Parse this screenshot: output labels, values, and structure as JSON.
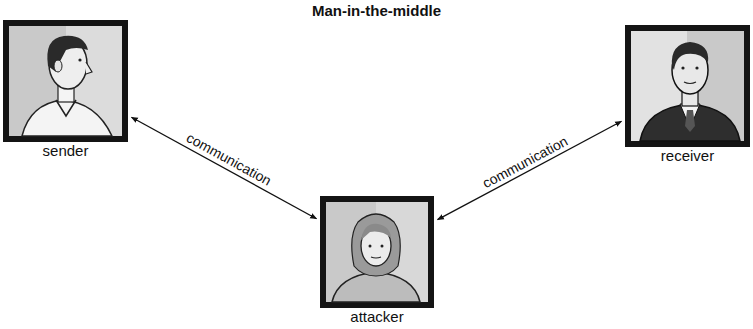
{
  "diagram": {
    "title": "Man-in-the-middle",
    "nodes": [
      {
        "text": [
          "sender"
        ]
      },
      {
        "text": [
          "receiver"
        ]
      },
      {
        "text": [
          "attacker"
        ]
      }
    ],
    "edges": [
      {
        "from": 0,
        "to": 2,
        "label": "communication",
        "arrow": "both"
      },
      {
        "from": 2,
        "to": 1,
        "label": "communication",
        "arrow": "both"
      }
    ]
  }
}
